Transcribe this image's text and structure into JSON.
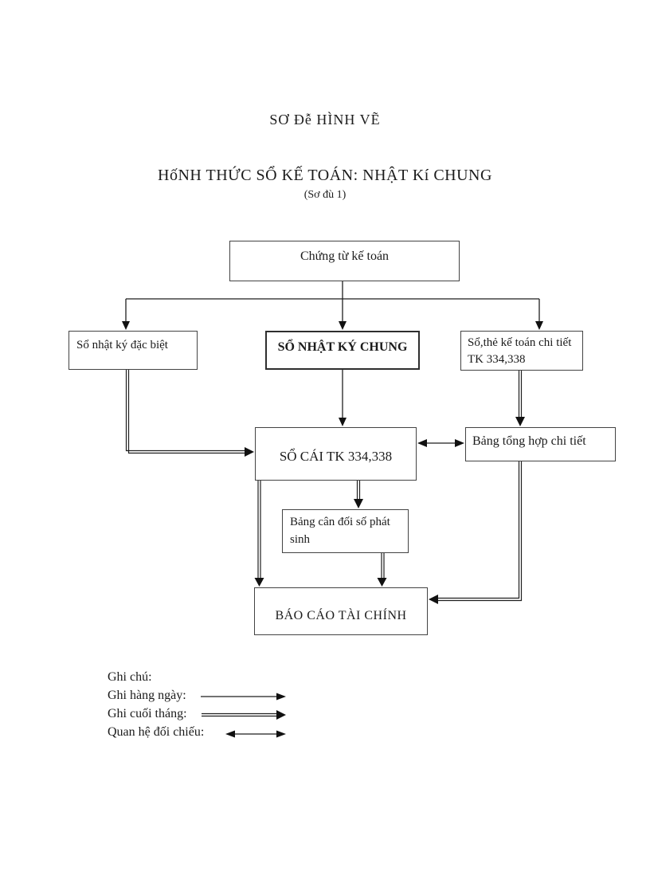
{
  "page": {
    "title": "SƠ Đễ HÌNH VẼ",
    "heading": "HốNH THỨC SỔ KẾ TOÁN: NHẬT Kí CHUNG",
    "subheading": "(Sơ đù 1)"
  },
  "diagram": {
    "nodes": {
      "chung_tu": {
        "label": "Chứng từ kế toán"
      },
      "nhat_ky_dac_biet": {
        "label": "Sổ nhật ký đặc biệt"
      },
      "nhat_ky_chung": {
        "label": "SỔ NHẬT KÝ CHUNG"
      },
      "so_the_chi_tiet": {
        "label": "Sổ,thẻ kế toán chi tiết TK 334,338"
      },
      "so_cai": {
        "label": "SỔ CÁI TK 334,338"
      },
      "bang_tong_hop": {
        "label": "Bảng tổng hợp chi tiết"
      },
      "bang_can_doi": {
        "label": "Bảng cân đối số phát sinh"
      },
      "bao_cao": {
        "label": "BÁO CÁO TÀI CHÍNH"
      }
    },
    "edges": [
      {
        "from": "chung_tu",
        "to": "nhat_ky_dac_biet",
        "style": "daily"
      },
      {
        "from": "chung_tu",
        "to": "nhat_ky_chung",
        "style": "daily"
      },
      {
        "from": "chung_tu",
        "to": "so_the_chi_tiet",
        "style": "daily"
      },
      {
        "from": "nhat_ky_chung",
        "to": "so_cai",
        "style": "daily"
      },
      {
        "from": "nhat_ky_dac_biet",
        "to": "so_cai",
        "style": "monthly"
      },
      {
        "from": "so_the_chi_tiet",
        "to": "bang_tong_hop",
        "style": "monthly"
      },
      {
        "from": "so_cai",
        "to": "bang_tong_hop",
        "style": "check"
      },
      {
        "from": "so_cai",
        "to": "bang_can_doi",
        "style": "monthly"
      },
      {
        "from": "so_cai",
        "to": "bao_cao",
        "style": "monthly"
      },
      {
        "from": "bang_can_doi",
        "to": "bao_cao",
        "style": "monthly"
      },
      {
        "from": "bang_tong_hop",
        "to": "bao_cao",
        "style": "monthly"
      }
    ]
  },
  "legend": {
    "title": "Ghi chú:",
    "items": [
      {
        "label": "Ghi hàng ngày:",
        "arrow": "single"
      },
      {
        "label": "Ghi cuối tháng:",
        "arrow": "double"
      },
      {
        "label": "Quan hệ đối chiếu:",
        "arrow": "two-headed"
      }
    ]
  },
  "colors": {
    "ink": "#1b1b1b",
    "border": "#434343",
    "background": "#ffffff"
  }
}
